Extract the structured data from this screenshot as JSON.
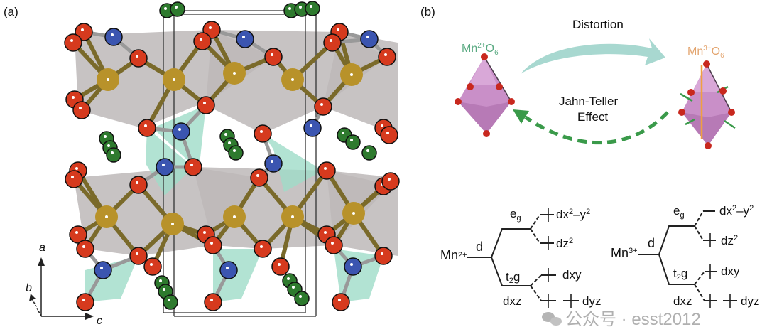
{
  "panel_a": {
    "label": "(a)",
    "axes": {
      "a": "a",
      "b": "b",
      "c": "c"
    }
  },
  "panel_b": {
    "label": "(b)",
    "mn2_octahedron": {
      "base": "Mn",
      "sup": "2+",
      "o": "O",
      "sub": "6"
    },
    "mn3_octahedron": {
      "base": "Mn",
      "sup": "3+",
      "o": "O",
      "sub": "6"
    },
    "distortion_label": "Distortion",
    "jahn_teller_line1": "Jahn-Teller",
    "jahn_teller_line2": "Effect",
    "colors": {
      "mn2": "#5aaa82",
      "mn3": "#e3a46e",
      "distortion_arrow": "#a8d8d0",
      "jt_arrow": "#3a9a4a",
      "octahedron": "#c98fc8"
    }
  },
  "energy_left": {
    "ion": "Mn",
    "ion_sup": "2+",
    "d": "d",
    "eg": "e",
    "eg_sub": "g",
    "t2g_a": "t",
    "t2g_sub": "2",
    "t2g_b": "g",
    "dx2y2": {
      "a": "dx",
      "s1": "2",
      "b": "–y",
      "s2": "2"
    },
    "dz2": {
      "a": "dz",
      "s": "2"
    },
    "dxy": "dxy",
    "dxz": "dxz",
    "dyz": "dyz"
  },
  "energy_right": {
    "ion": "Mn",
    "ion_sup": "3+",
    "d": "d",
    "eg": "e",
    "eg_sub": "g",
    "t2g_a": "t",
    "t2g_sub": "2",
    "t2g_b": "g",
    "dx2y2": {
      "a": "dx",
      "s1": "2",
      "b": "–y",
      "s2": "2"
    },
    "dz2": {
      "a": "dz",
      "s": "2"
    },
    "dxy": "dxy",
    "dxz": "dxz",
    "dyz": "dyz"
  },
  "watermark": "公众号 · esst2012",
  "atom_colors": {
    "O": "#d63a1e",
    "Mn": "#b8922a",
    "blue": "#3b55b0",
    "green": "#2e7a2e",
    "polyhedron": "#bdb8b8",
    "tetra": "#9fdcc8"
  }
}
